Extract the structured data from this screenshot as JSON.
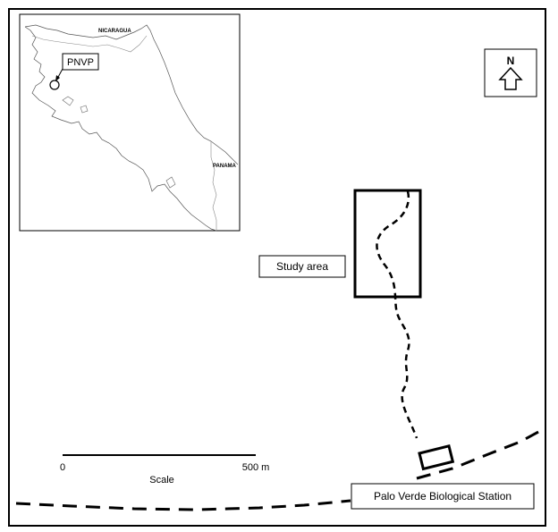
{
  "inset": {
    "country_labels": [
      "NICARAGUA",
      "PANAMA"
    ],
    "site_label": "PNVP"
  },
  "north_arrow": {
    "label": "N"
  },
  "labels": {
    "study_area": "Study area",
    "station": "Palo Verde Biological Station"
  },
  "scale_bar": {
    "start": "0",
    "end": "500 m",
    "title": "Scale"
  }
}
